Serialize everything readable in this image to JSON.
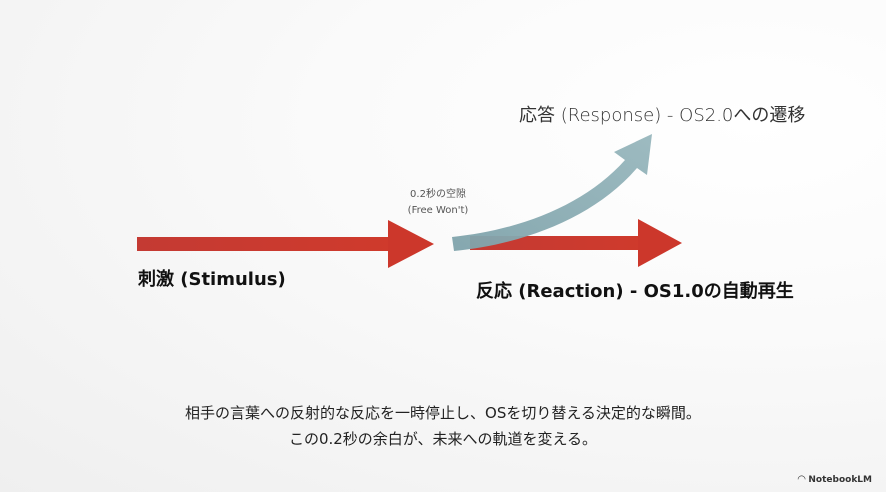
{
  "diagram": {
    "response_label": "応答 (Response) - OS2.0への遷移",
    "gap_label_line1": "0.2秒の空隙",
    "gap_label_line2": "(Free Won't)",
    "stimulus_label": "刺激 (Stimulus)",
    "reaction_label": "反応 (Reaction) - OS1.0の自動再生"
  },
  "caption": {
    "line1": "相手の言葉への反射的な反応を一時停止し、OSを切り替える決定的な瞬間。",
    "line2": "この0.2秒の余白が、未来への軌道を変える。"
  },
  "brand": {
    "name": "NotebookLM",
    "icon": "notebooklm-logo-icon"
  },
  "colors": {
    "stimulus_arrow": "#c8332a",
    "reaction_arrow": "#c8332a",
    "response_arrow": "#86aab2"
  }
}
